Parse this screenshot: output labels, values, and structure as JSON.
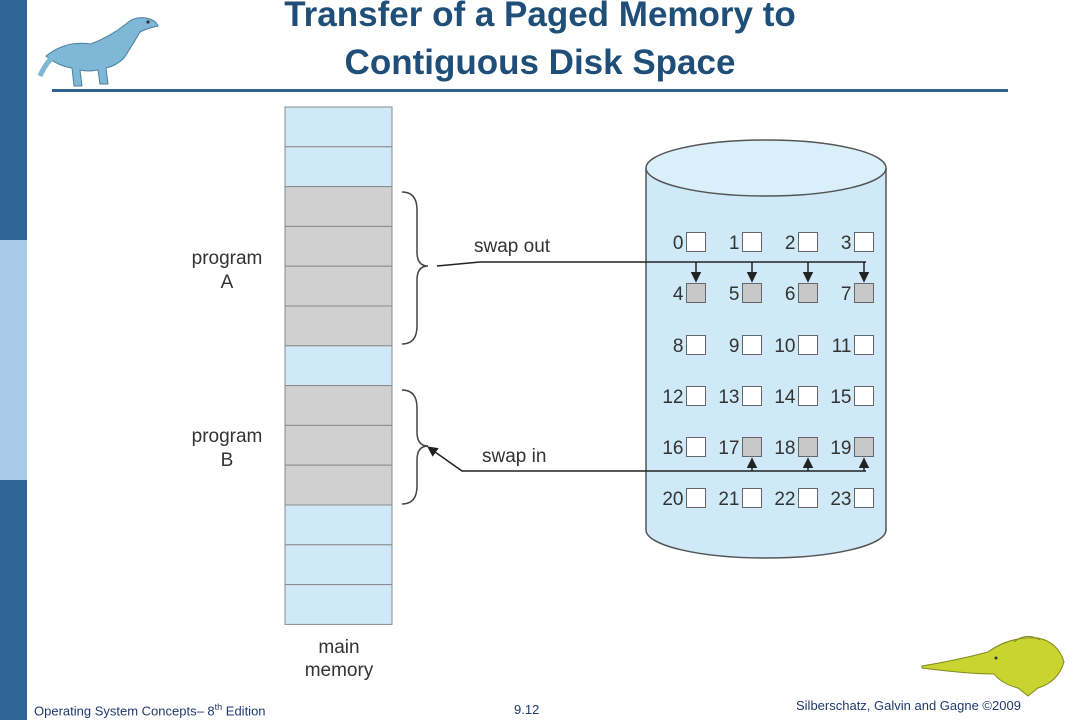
{
  "title": {
    "line1": "Transfer of a Paged Memory to",
    "line2": "Contiguous Disk Space"
  },
  "labels": {
    "program_a": [
      "program",
      "A"
    ],
    "program_b": [
      "program",
      "B"
    ],
    "main_memory": [
      "main",
      "memory"
    ],
    "swap_out": "swap out",
    "swap_in": "swap in"
  },
  "memory_frames": [
    "free",
    "free",
    "A",
    "A",
    "A",
    "A",
    "free",
    "B",
    "B",
    "B",
    "free",
    "free",
    "free"
  ],
  "disk_blocks": [
    {
      "n": "0",
      "state": "empty"
    },
    {
      "n": "1",
      "state": "empty"
    },
    {
      "n": "2",
      "state": "empty"
    },
    {
      "n": "3",
      "state": "empty"
    },
    {
      "n": "4",
      "state": "filled"
    },
    {
      "n": "5",
      "state": "filled"
    },
    {
      "n": "6",
      "state": "filled"
    },
    {
      "n": "7",
      "state": "filled"
    },
    {
      "n": "8",
      "state": "empty"
    },
    {
      "n": "9",
      "state": "empty"
    },
    {
      "n": "10",
      "state": "empty"
    },
    {
      "n": "11",
      "state": "empty"
    },
    {
      "n": "12",
      "state": "empty"
    },
    {
      "n": "13",
      "state": "empty"
    },
    {
      "n": "14",
      "state": "empty"
    },
    {
      "n": "15",
      "state": "empty"
    },
    {
      "n": "16",
      "state": "empty"
    },
    {
      "n": "17",
      "state": "filled"
    },
    {
      "n": "18",
      "state": "filled"
    },
    {
      "n": "19",
      "state": "filled"
    },
    {
      "n": "20",
      "state": "empty"
    },
    {
      "n": "21",
      "state": "empty"
    },
    {
      "n": "22",
      "state": "empty"
    },
    {
      "n": "23",
      "state": "empty"
    }
  ],
  "footer": {
    "left": "Operating System Concepts– 8",
    "left_sup": "th",
    "left_suffix": " Edition",
    "center": "9.12",
    "right": "Silberschatz, Galvin and Gagne ©2009"
  },
  "colors": {
    "free": "#cfe9f8",
    "used": "#d0d0d0",
    "accent": "#2e6596",
    "disk": "#cfe9f8"
  }
}
